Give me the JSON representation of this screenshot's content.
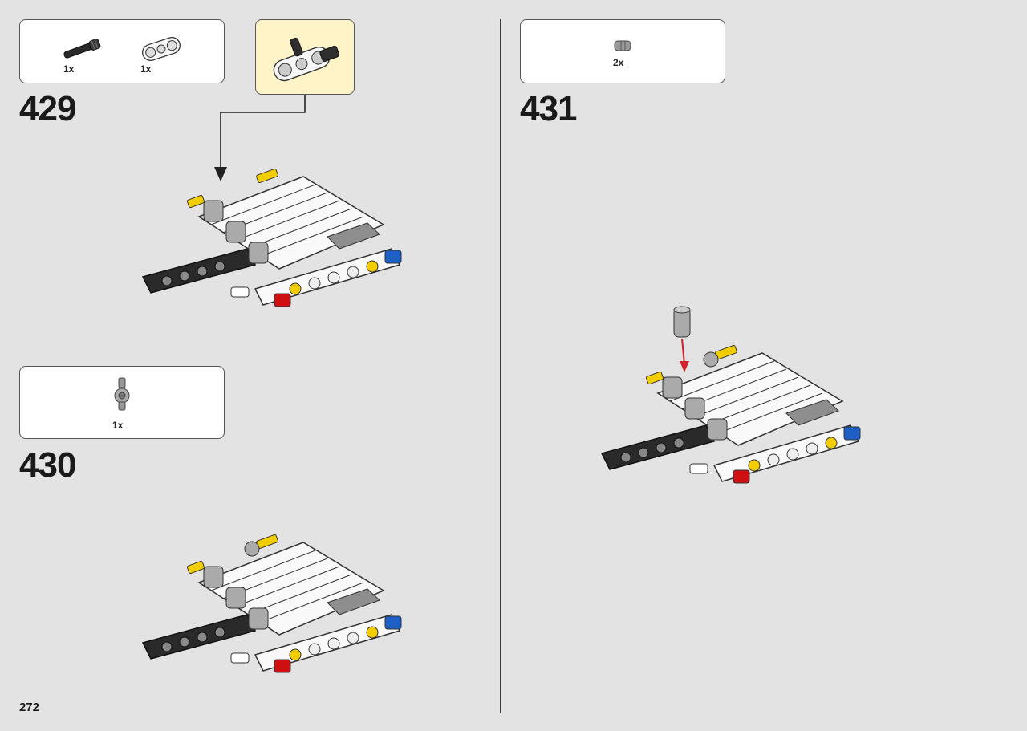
{
  "page_number": "272",
  "steps": [
    {
      "number": "429",
      "parts": [
        {
          "icon": "black-axle-pin-icon",
          "qty": "1x"
        },
        {
          "icon": "white-beam-connector-icon",
          "qty": "1x"
        }
      ],
      "callout": "subassembly-callout"
    },
    {
      "number": "430",
      "parts": [
        {
          "icon": "gray-pin-connector-icon",
          "qty": "1x"
        }
      ]
    },
    {
      "number": "431",
      "parts": [
        {
          "icon": "gray-bush-icon",
          "qty": "2x"
        }
      ]
    }
  ],
  "colors": {
    "background": "#e3e3e3",
    "callout_bg": "#fff4c8",
    "yellow": "#f2cd00",
    "red": "#d01010",
    "blue": "#1d5fc4",
    "arrow_red": "#d0202a"
  }
}
